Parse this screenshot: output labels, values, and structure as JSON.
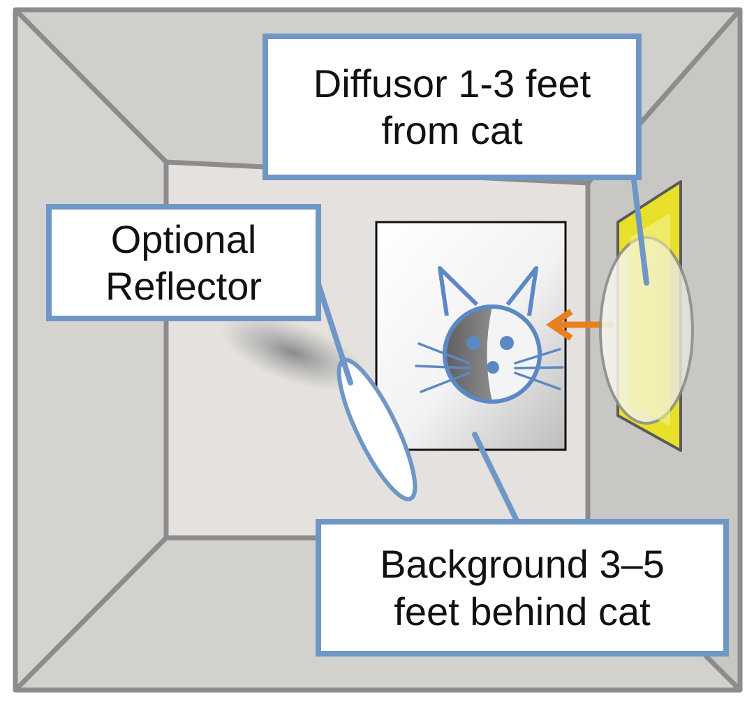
{
  "labels": {
    "diffusor": {
      "line1": "Diffusor 1-3 feet",
      "line2": "from cat"
    },
    "reflector": {
      "line1": "Optional",
      "line2": "Reflector"
    },
    "background": {
      "line1": "Background 3–5",
      "line2": "feet behind cat"
    }
  },
  "icons": {
    "cat": "cat-face-icon",
    "light_arrow": "arrow-left-icon"
  },
  "colors": {
    "box_border": "#6f97c6",
    "frame": "#8c8c8c",
    "wall_side": "#d3d1ce",
    "back_wall": "#e4e1de",
    "diffusor_panel": "#e8e02a",
    "light_arrow": "#e8801f",
    "cat_outline": "#5c88c4"
  }
}
